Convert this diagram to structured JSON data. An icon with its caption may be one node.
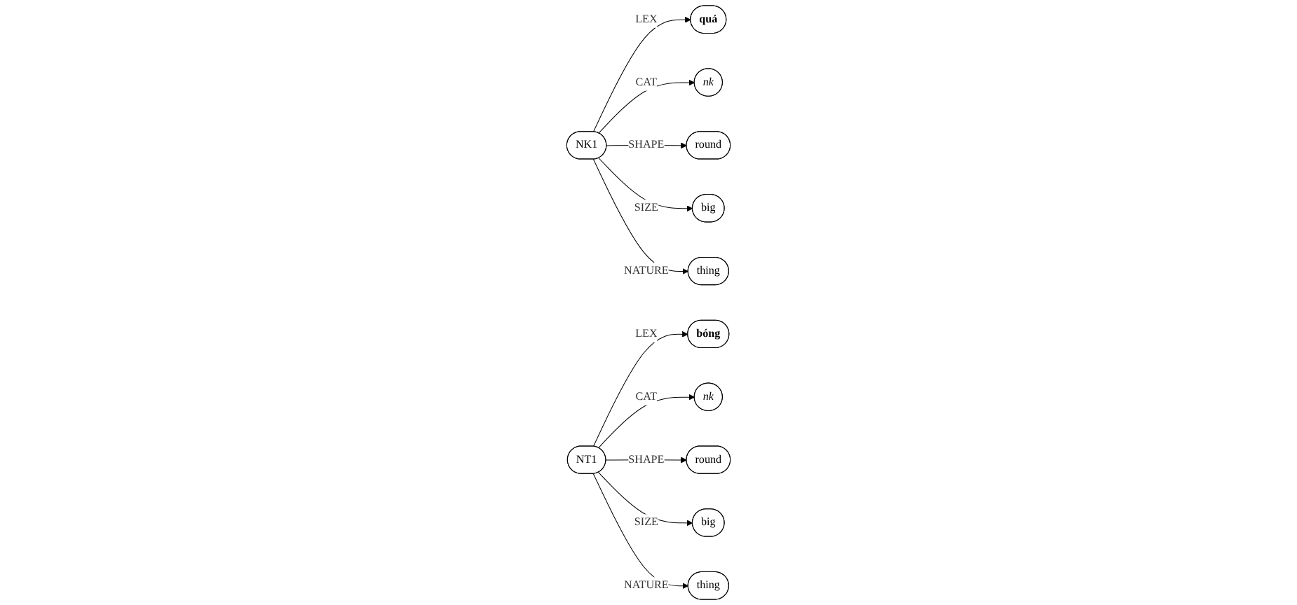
{
  "diagram": {
    "nodes": [
      {
        "text": [
          "NK1"
        ]
      },
      {
        "text": [
          "quả"
        ]
      },
      {
        "text": [
          "nk"
        ]
      },
      {
        "text": [
          "round"
        ]
      },
      {
        "text": [
          "big"
        ]
      },
      {
        "text": [
          "thing"
        ]
      },
      {
        "text": [
          "NT1"
        ]
      },
      {
        "text": [
          "bóng"
        ]
      },
      {
        "text": [
          "nk"
        ]
      },
      {
        "text": [
          "round"
        ]
      },
      {
        "text": [
          "big"
        ]
      },
      {
        "text": [
          "thing"
        ]
      }
    ],
    "edges": [
      {
        "from": 0,
        "to": 1,
        "arrow": "to",
        "label": "LEX"
      },
      {
        "from": 0,
        "to": 2,
        "arrow": "to",
        "label": "CAT"
      },
      {
        "from": 0,
        "to": 3,
        "arrow": "to",
        "label": "SHAPE"
      },
      {
        "from": 0,
        "to": 4,
        "arrow": "to",
        "label": "SIZE"
      },
      {
        "from": 0,
        "to": 5,
        "arrow": "to",
        "label": "NATURE"
      },
      {
        "from": 6,
        "to": 7,
        "arrow": "to",
        "label": "LEX"
      },
      {
        "from": 6,
        "to": 8,
        "arrow": "to",
        "label": "CAT"
      },
      {
        "from": 6,
        "to": 9,
        "arrow": "to",
        "label": "SHAPE"
      },
      {
        "from": 6,
        "to": 10,
        "arrow": "to",
        "label": "SIZE"
      },
      {
        "from": 6,
        "to": 11,
        "arrow": "to",
        "label": "NATURE"
      }
    ]
  }
}
